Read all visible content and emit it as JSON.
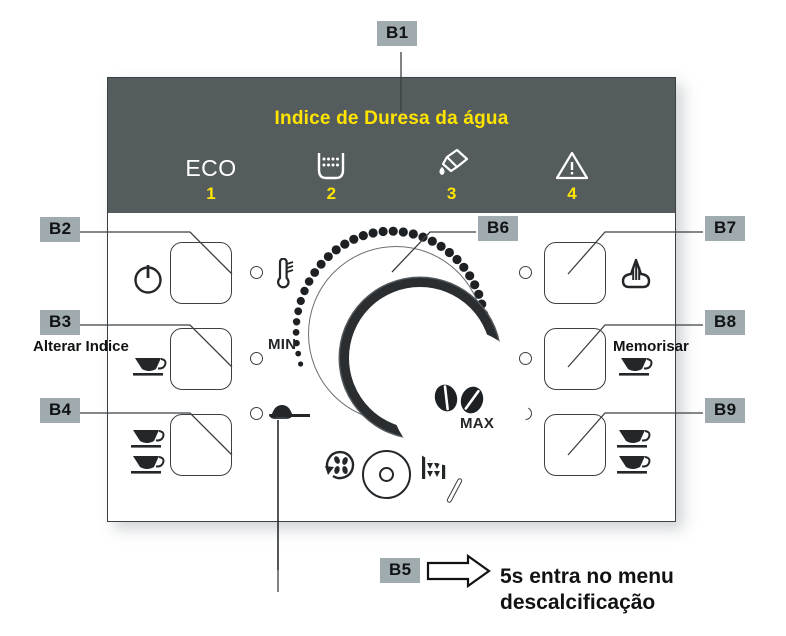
{
  "diagram": {
    "title": "Indice de Duresa da água",
    "accent_yellow": "#ffe400",
    "display_bg": "#555c5e",
    "tag_bg": "#9fabae",
    "panel_border": "#3c4043"
  },
  "display": {
    "title": "Indice de Duresa da água",
    "indicators": [
      {
        "glyph": "eco-text-icon",
        "label": "ECO",
        "number": "1"
      },
      {
        "glyph": "water-tank-icon",
        "label": "",
        "number": "2"
      },
      {
        "glyph": "descale-pour-icon",
        "label": "",
        "number": "3"
      },
      {
        "glyph": "warning-triangle-icon",
        "label": "",
        "number": "4"
      }
    ]
  },
  "knob": {
    "min_label": "MIN",
    "max_label": "MAX",
    "center_icon": "coffee-beans-icon"
  },
  "callouts": [
    {
      "id": "B1",
      "label": "B1",
      "note": ""
    },
    {
      "id": "B2",
      "label": "B2",
      "note": ""
    },
    {
      "id": "B3",
      "label": "B3",
      "note": "Alterar Indice"
    },
    {
      "id": "B4",
      "label": "B4",
      "note": ""
    },
    {
      "id": "B5",
      "label": "B5",
      "note": "5s entra no menu descalcificação"
    },
    {
      "id": "B6",
      "label": "B6",
      "note": ""
    },
    {
      "id": "B7",
      "label": "B7",
      "note": ""
    },
    {
      "id": "B8",
      "label": "B8",
      "note": "Memorisar"
    },
    {
      "id": "B9",
      "label": "B9",
      "note": ""
    }
  ],
  "annotations": {
    "alterar_indice": "Alterar Indice",
    "memorisar": "Memorisar",
    "descalcificacao_line1": "5s entra no menu",
    "descalcificacao_line2": "descalcificação"
  },
  "buttons": {
    "b2": {
      "icon": "power-icon",
      "name": "power-button"
    },
    "b3": {
      "icon": "single-cup-icon",
      "name": "single-espresso-button"
    },
    "b4": {
      "icon": "double-cup-icon",
      "name": "double-espresso-button"
    },
    "b5": {
      "icon": "round-button-icon",
      "name": "center-round-button"
    },
    "b7": {
      "icon": "steam-icon",
      "name": "steam-button"
    },
    "b8": {
      "icon": "single-coffee-cup-icon",
      "name": "single-coffee-button"
    },
    "b9": {
      "icon": "double-coffee-cup-icon",
      "name": "double-coffee-button"
    }
  },
  "panel_icons": {
    "thermometer": "thermometer-icon",
    "spoon": "ground-coffee-spoon-icon",
    "grounds": "coffee-grounds-recycle-icon",
    "grinder": "grinder-icon"
  }
}
